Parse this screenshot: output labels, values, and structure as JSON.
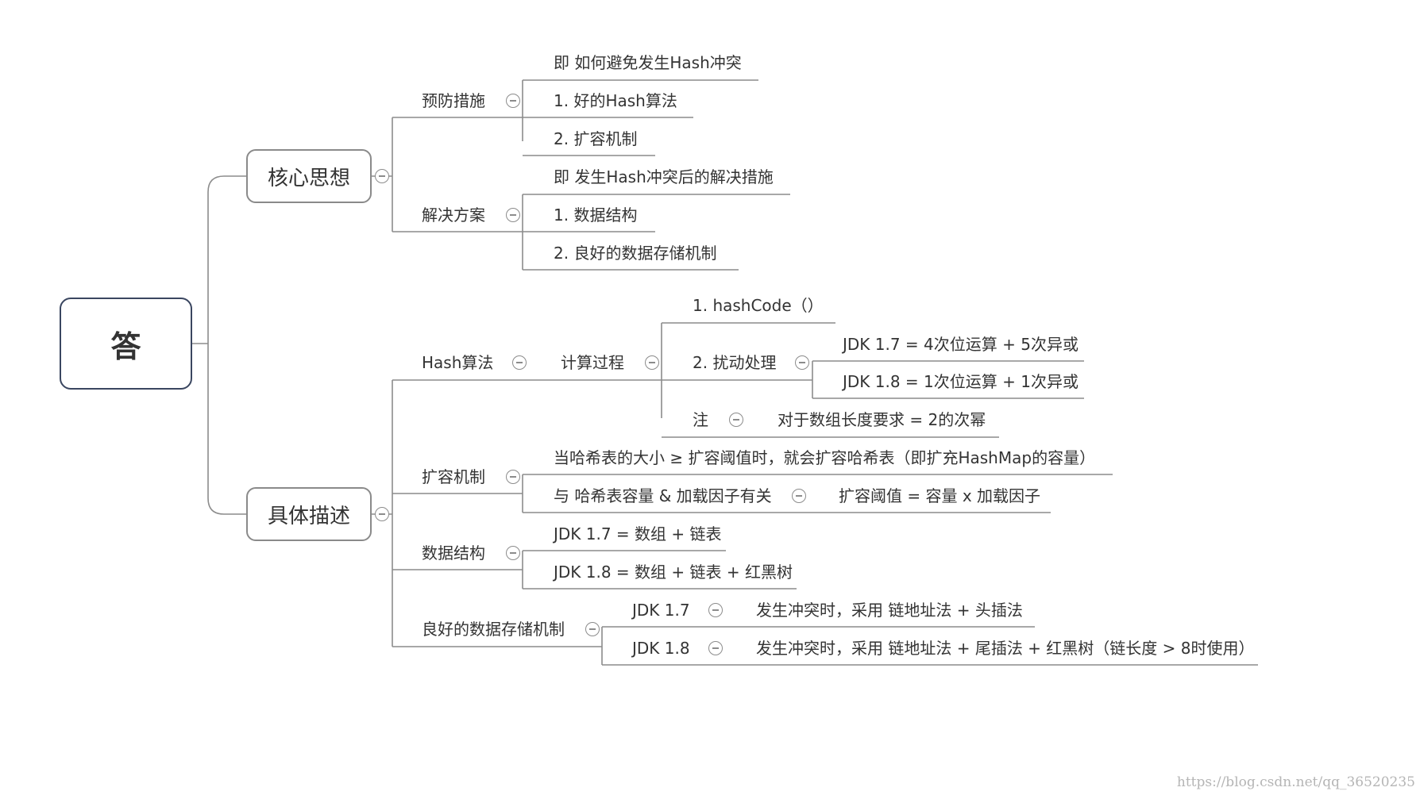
{
  "mindmap": {
    "root": "答",
    "core_idea": {
      "title": "核心思想",
      "prevention": {
        "label": "预防措施",
        "items": [
          "即 如何避免发生Hash冲突",
          "1. 好的Hash算法",
          "2. 扩容机制"
        ]
      },
      "solution": {
        "label": "解决方案",
        "items": [
          "即 发生Hash冲突后的解决措施",
          "1. 数据结构",
          "2. 良好的数据存储机制"
        ]
      }
    },
    "details": {
      "title": "具体描述",
      "hash_algorithm": {
        "label": "Hash算法",
        "process": "计算过程",
        "hashcode": "1. hashCode（）",
        "perturbation": "2. 扰动处理",
        "jdk17": "JDK 1.7 = 4次位运算 + 5次异或",
        "jdk18": "JDK 1.8 = 1次位运算 + 1次异或",
        "note": "注",
        "note_text": "对于数组长度要求 = 2的次幂"
      },
      "resize": {
        "label": "扩容机制",
        "rule": "当哈希表的大小 ≥ 扩容阈值时，就会扩容哈希表（即扩充HashMap的容量）",
        "factor": "与 哈希表容量 & 加载因子有关",
        "threshold": "扩容阈值 = 容量 x 加载因子"
      },
      "data_structure": {
        "label": "数据结构",
        "jdk17": "JDK 1.7 = 数组 + 链表",
        "jdk18": "JDK 1.8 =  数组 + 链表 + 红黑树"
      },
      "storage": {
        "label": "良好的数据存储机制",
        "jdk17": "JDK 1.7",
        "jdk17_text": "发生冲突时，采用 链地址法 + 头插法",
        "jdk18": "JDK 1.8",
        "jdk18_text": "发生冲突时，采用 链地址法 + 尾插法 + 红黑树（链长度 > 8时使用）"
      }
    },
    "watermark": "https://blog.csdn.net/qq_36520235"
  },
  "colors": {
    "line": "#8c8c8c",
    "text": "#333333",
    "root_border": "#3a4660",
    "watermark": "#b5b5b5"
  }
}
